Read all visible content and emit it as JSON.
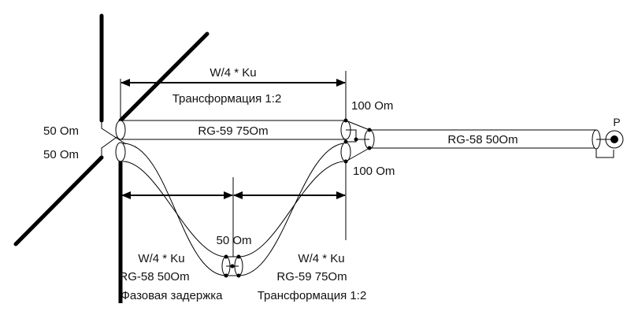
{
  "diagram": {
    "colors": {
      "line": "#000000",
      "background": "#ffffff"
    },
    "labels": {
      "top_length": "W/4 * Ku",
      "top_transform": "Трансформация 1:2",
      "imp_upper_left": "50 Om",
      "imp_lower_left": "50 Om",
      "main_cable": "RG-59 75Om",
      "imp_upper_right": "100 Om",
      "imp_lower_right": "100 Om",
      "feed_cable": "RG-58 50Om",
      "port": "P",
      "loop_junction": "50 Om",
      "left_loop_length": "W/4 * Ku",
      "left_loop_cable": "RG-58 50Om",
      "left_loop_purpose": "Фазовая задержка",
      "right_loop_length": "W/4 * Ku",
      "right_loop_cable": "RG-59 75Om",
      "right_loop_purpose": "Трансформация 1:2"
    }
  }
}
